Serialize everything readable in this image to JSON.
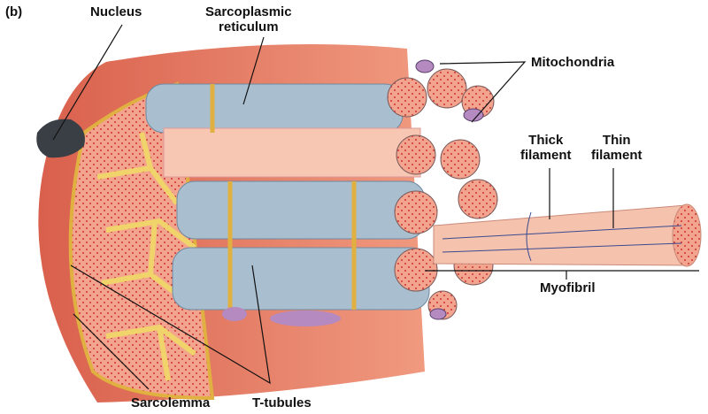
{
  "panel_label": "(b)",
  "labels": {
    "nucleus": "Nucleus",
    "sarcoplasmic_reticulum_1": "Sarcoplasmic",
    "sarcoplasmic_reticulum_2": "reticulum",
    "mitochondria": "Mitochondria",
    "thick_filament_1": "Thick",
    "thick_filament_2": "filament",
    "thin_filament_1": "Thin",
    "thin_filament_2": "filament",
    "myofibril": "Myofibril",
    "sarcolemma": "Sarcolemma",
    "t_tubules": "T-tubules"
  },
  "colors": {
    "muscle": "#e8826e",
    "muscle_light": "#f4b5a0",
    "sr_blue": "#a9bfd0",
    "t_tubule_yellow": "#f0d36a",
    "mito_purple": "#b48ac0",
    "nucleus": "#3a3f45"
  }
}
